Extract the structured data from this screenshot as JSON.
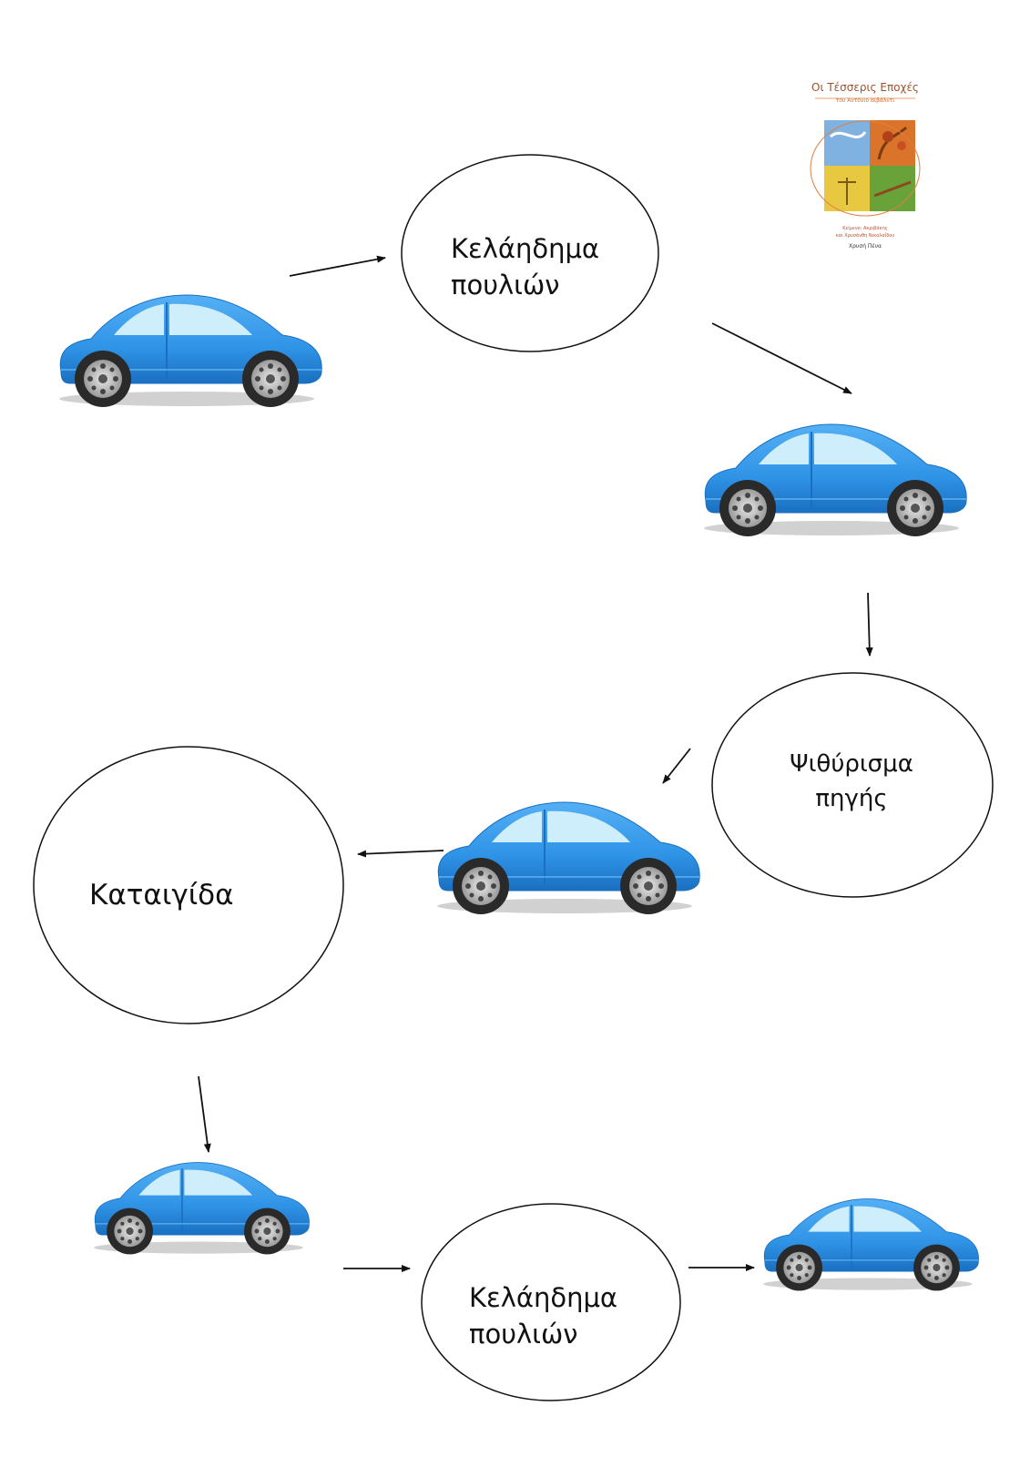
{
  "nodes": {
    "birdsong_1": [
      "Κελάηδημα",
      "πουλιών"
    ],
    "spring_whisper": [
      "Ψιθύρισμα",
      "πηγής"
    ],
    "storm": "Καταιγίδα",
    "birdsong_2": [
      "Κελάηδημα",
      "πουλιών"
    ]
  },
  "book_cover": {
    "title": "Οι Τέσσερις Εποχές",
    "subtitle": "του Αντόνιο Βιβάλντι",
    "authors": [
      "Κείμενο: Ακριβάκης",
      "και Χρυσάνθη Νικολαΐδου"
    ],
    "publisher": "Χρυσή Πένα"
  },
  "colors": {
    "car_body": "#2f93e6",
    "car_body_dark": "#1a6fc0",
    "car_window": "#cfeefc",
    "line": "#111111",
    "cover_border": "#e08040"
  },
  "icons": [
    "car-icon",
    "arrow-icon",
    "book-cover-image"
  ]
}
